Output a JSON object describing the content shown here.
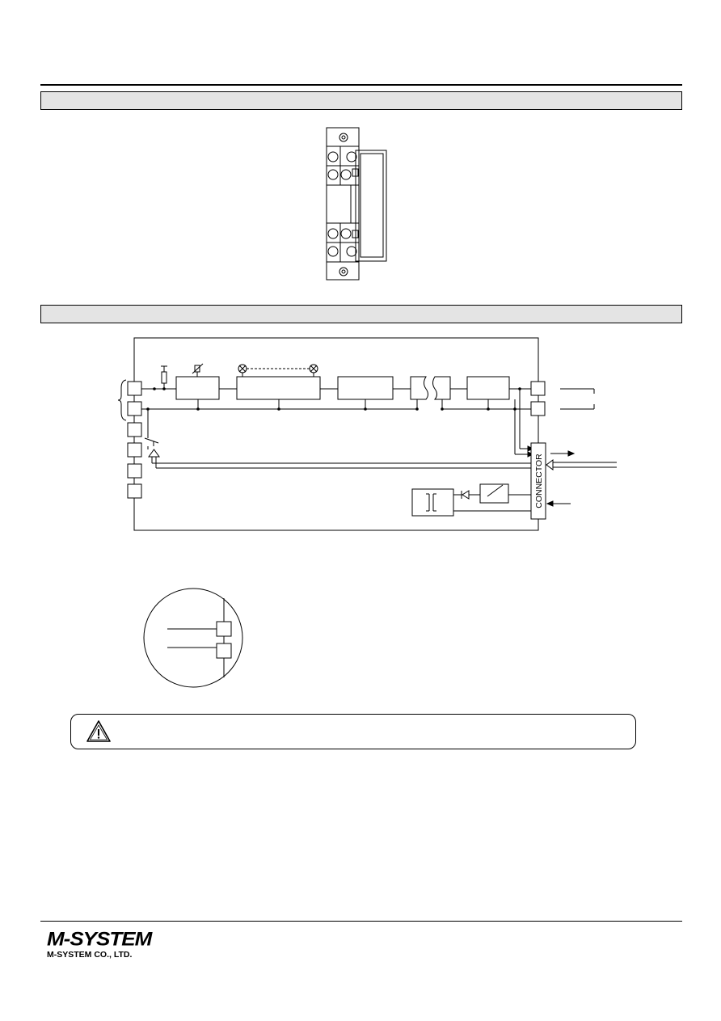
{
  "block_diagram": {
    "connector_label": "CONNECTOR"
  },
  "footer": {
    "logo_text": "M-SYSTEM",
    "company_name": "M-SYSTEM CO., LTD."
  }
}
